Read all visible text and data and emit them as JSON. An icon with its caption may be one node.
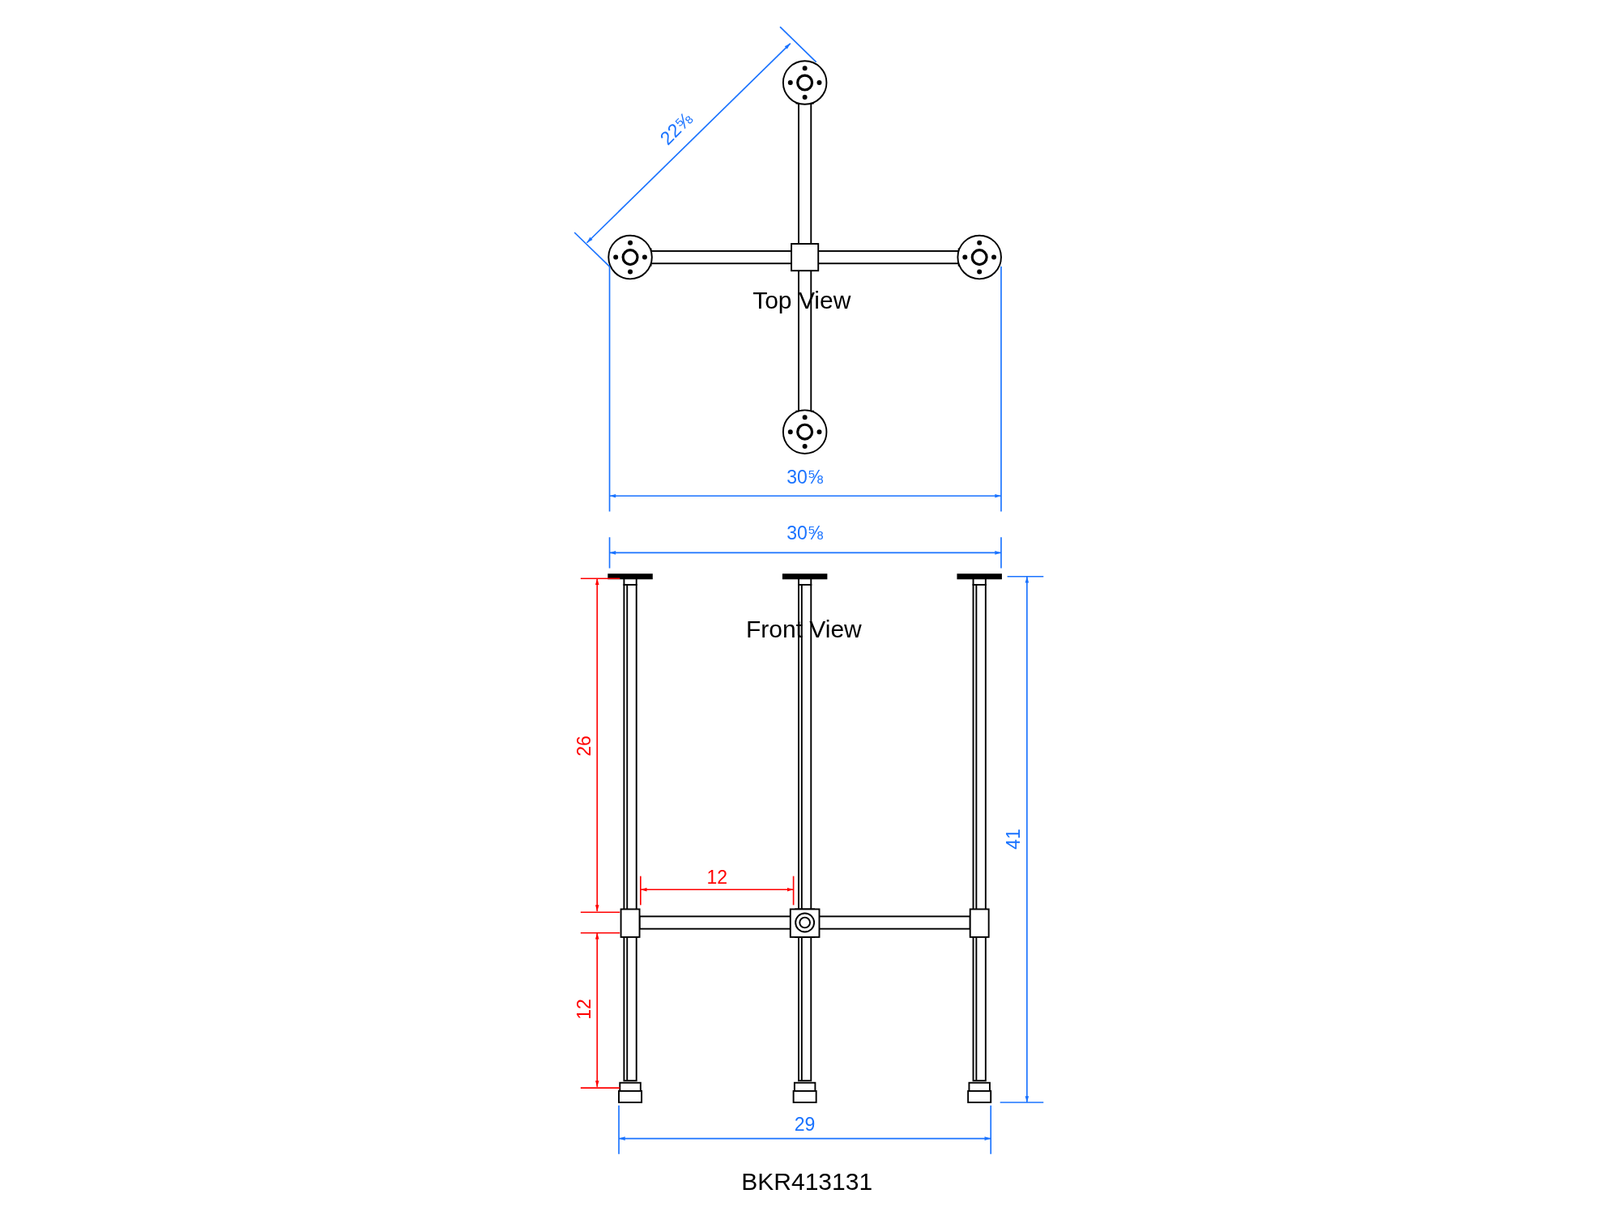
{
  "diagram": {
    "labels": [
      "22⅝",
      "Top View",
      "30⅝",
      "30⅝",
      "Front View",
      "26",
      "41",
      "12",
      "12",
      "29",
      "BKR413131"
    ]
  }
}
